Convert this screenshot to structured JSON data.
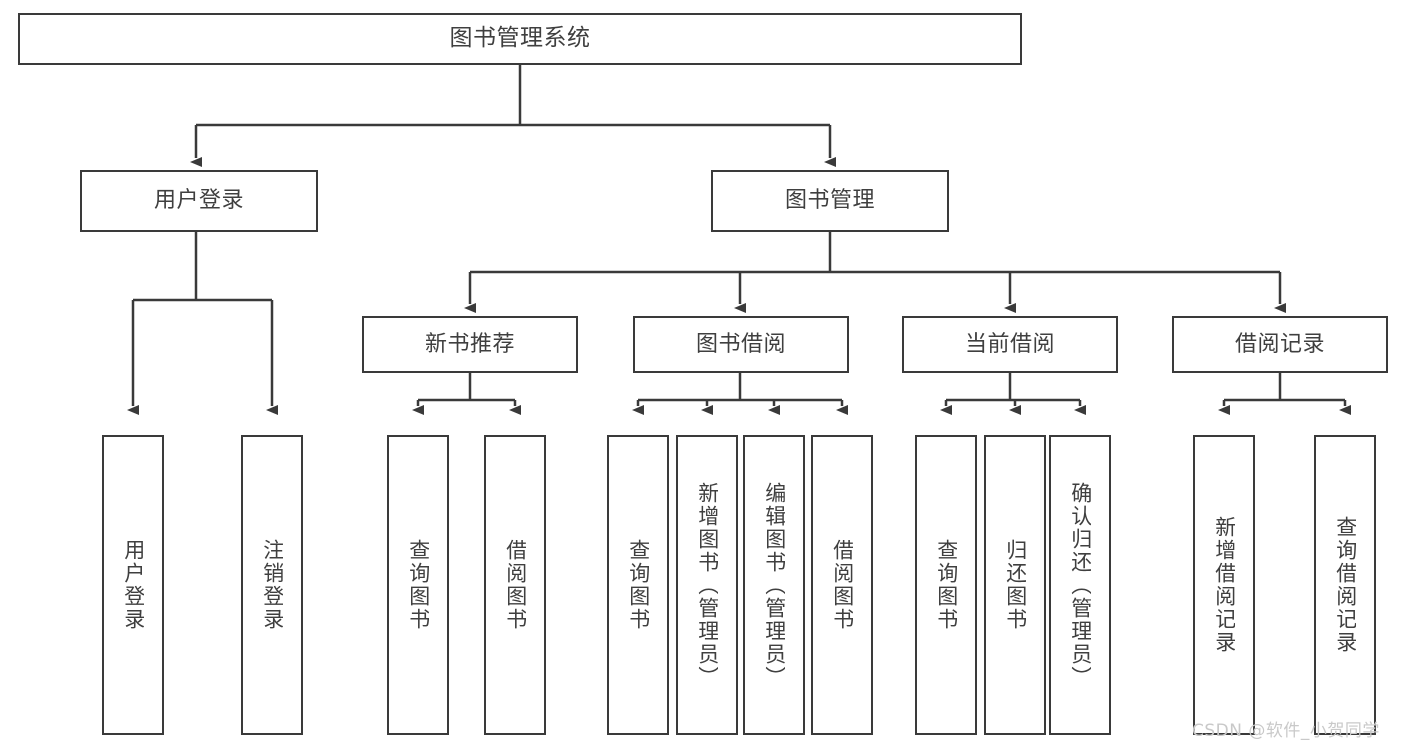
{
  "diagram": {
    "title": "图书管理系统",
    "type": "hierarchy-tree",
    "colors": {
      "stroke": "#3a3a3a",
      "text": "#3f3f3f",
      "background": "#ffffff",
      "watermark": "#c9c9c9"
    },
    "nodes": {
      "root": {
        "label": "图书管理系统"
      },
      "level2": [
        {
          "id": "user-login",
          "label": "用户登录"
        },
        {
          "id": "book-management",
          "label": "图书管理"
        }
      ],
      "level3": [
        {
          "id": "new-book-recommend",
          "label": "新书推荐"
        },
        {
          "id": "book-borrow",
          "label": "图书借阅"
        },
        {
          "id": "current-borrow",
          "label": "当前借阅"
        },
        {
          "id": "borrow-record",
          "label": "借阅记录"
        }
      ],
      "leaves": {
        "user_login": [
          {
            "id": "user-login-leaf",
            "label": "用户登录"
          },
          {
            "id": "logout-leaf",
            "label": "注销登录"
          }
        ],
        "new_book_recommend": [
          {
            "id": "query-book-1",
            "label": "查询图书"
          },
          {
            "id": "borrow-book-1",
            "label": "借阅图书"
          }
        ],
        "book_borrow": [
          {
            "id": "query-book-2",
            "label": "查询图书"
          },
          {
            "id": "add-book-admin",
            "label": "新增图书（管理员）"
          },
          {
            "id": "edit-book-admin",
            "label": "编辑图书（管理员）"
          },
          {
            "id": "borrow-book-2",
            "label": "借阅图书"
          }
        ],
        "current_borrow": [
          {
            "id": "query-book-3",
            "label": "查询图书"
          },
          {
            "id": "return-book",
            "label": "归还图书"
          },
          {
            "id": "confirm-return-admin",
            "label": "确认归还（管理员）"
          }
        ],
        "borrow_record": [
          {
            "id": "add-borrow-record",
            "label": "新增借阅记录"
          },
          {
            "id": "query-borrow-record",
            "label": "查询借阅记录"
          }
        ]
      }
    },
    "watermark": "CSDN @软件_小贺同学"
  }
}
